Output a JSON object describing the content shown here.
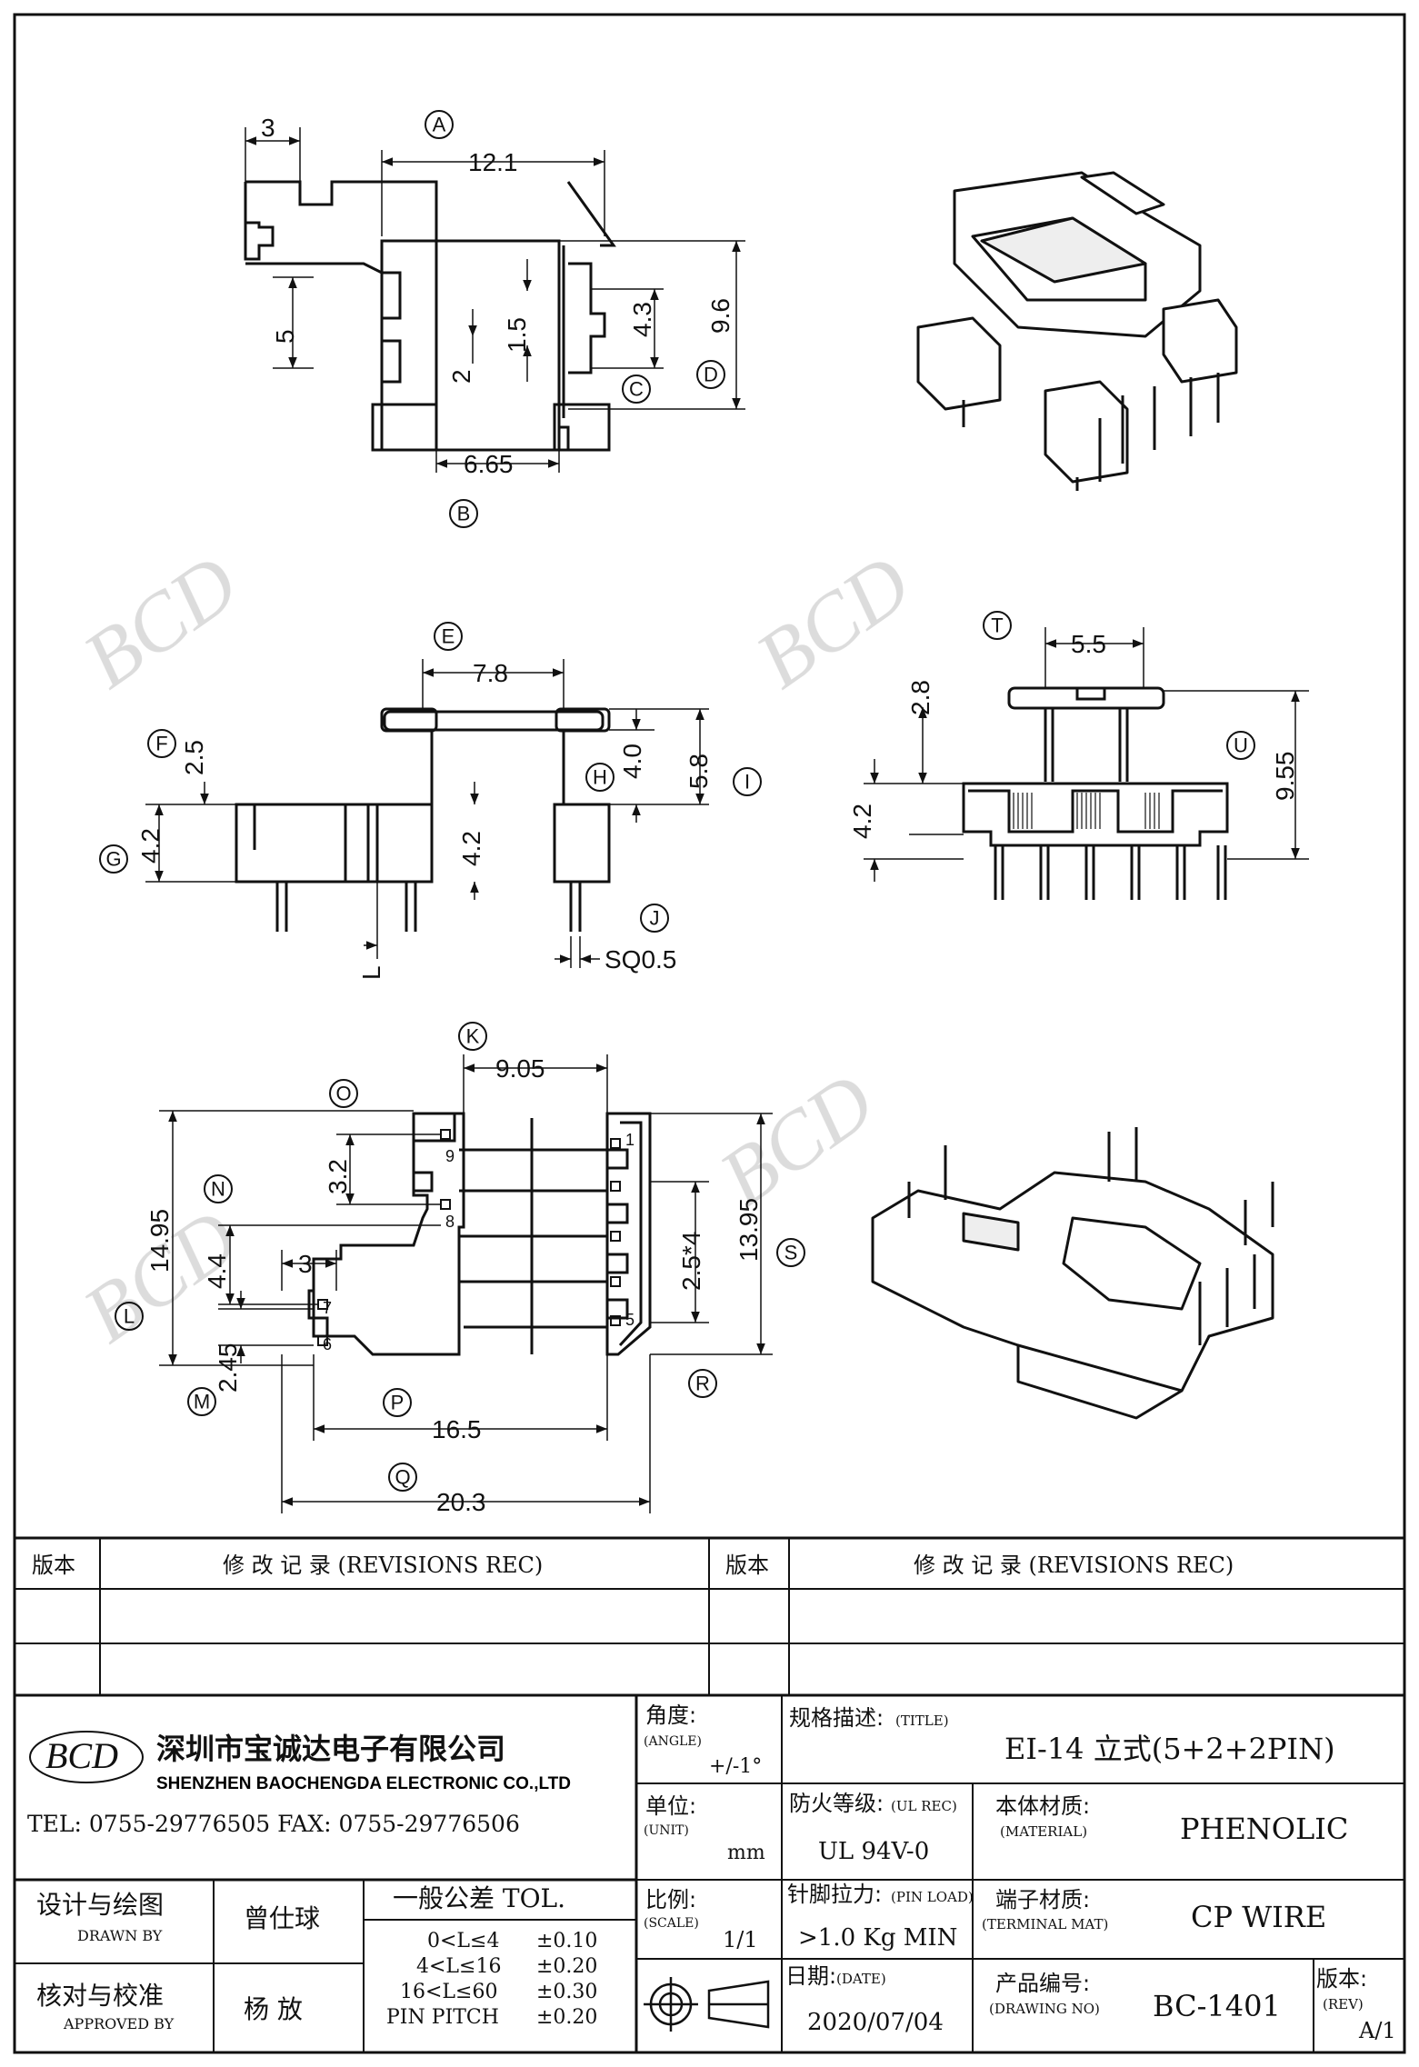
{
  "dimensions": {
    "view_top": [
      "3",
      "12.1",
      "5",
      "1.5",
      "4.3",
      "9.6",
      "2",
      "6.65"
    ],
    "view_front": [
      "7.8",
      "2.5",
      "4.0",
      "5.8",
      "4.2",
      "4.2",
      "SQ0.5",
      "L"
    ],
    "view_side": [
      "5.5",
      "2.8",
      "9.55",
      "4.2"
    ],
    "view_bottom": [
      "9.05",
      "3.2",
      "14.95",
      "4.4",
      "13.95",
      "2.5*4",
      "3",
      "2.45",
      "16.5",
      "20.3"
    ]
  },
  "callouts": [
    "A",
    "B",
    "C",
    "D",
    "E",
    "F",
    "G",
    "H",
    "I",
    "J",
    "T",
    "U",
    "K",
    "O",
    "N",
    "L",
    "M",
    "P",
    "Q",
    "R",
    "S"
  ],
  "pin_numbers": [
    "9",
    "8",
    "7",
    "6",
    "1",
    "5"
  ],
  "watermark": "BCD",
  "revision_table": {
    "version_label": "版本",
    "rev_record": "修 改 记 录 (REVISIONS REC)"
  },
  "title_block": {
    "logo_text": "BCD",
    "company_cn": "深圳市宝诚达电子有限公司",
    "company_en": "SHENZHEN BAOCHENGDA ELECTRONIC CO.,LTD",
    "tel_fax": "TEL: 0755-29776505  FAX: 0755-29776506",
    "angle_label": "角度:",
    "angle_label_en": "(ANGLE)",
    "angle_value": "+/-1°",
    "title_label": "规格描述:",
    "title_label_en": "(TITLE)",
    "title_value": "EI-14 立式(5+2+2PIN)",
    "unit_label": "单位:",
    "unit_label_en": "(UNIT)",
    "unit_value": "mm",
    "ul_label": "防火等级:",
    "ul_label_en": "(UL REC)",
    "ul_value": "UL 94V-0",
    "material_label": "本体材质:",
    "material_label_en": "(MATERIAL)",
    "material_value": "PHENOLIC",
    "drawn_label": "设计与绘图",
    "drawn_label_en": "DRAWN BY",
    "drawn_value": "曾仕球",
    "tol_title": "一般公差 TOL.",
    "tol_rows": [
      {
        "range": "0<L≤4",
        "value": "±0.10"
      },
      {
        "range": "4<L≤16",
        "value": "±0.20"
      },
      {
        "range": "16<L≤60",
        "value": "±0.30"
      },
      {
        "range": "PIN PITCH",
        "value": "±0.20"
      }
    ],
    "scale_label": "比例:",
    "scale_label_en": "(SCALE)",
    "scale_value": "1/1",
    "pinload_label": "针脚拉力:",
    "pinload_label_en": "(PIN LOAD)",
    "pinload_value": ">1.0 Kg MIN",
    "terminal_label": "端子材质:",
    "terminal_label_en": "(TERMINAL MAT)",
    "terminal_value": "CP WIRE",
    "approved_label": "核对与校准",
    "approved_label_en": "APPROVED BY",
    "approved_value": "杨 放",
    "date_label": "日期:",
    "date_label_en": "(DATE)",
    "date_value": "2020/07/04",
    "drawing_label": "产品编号:",
    "drawing_label_en": "(DRAWING NO)",
    "drawing_value": "BC-1401",
    "rev_label": "版本:",
    "rev_label_en": "(REV)",
    "rev_value": "A/1"
  }
}
